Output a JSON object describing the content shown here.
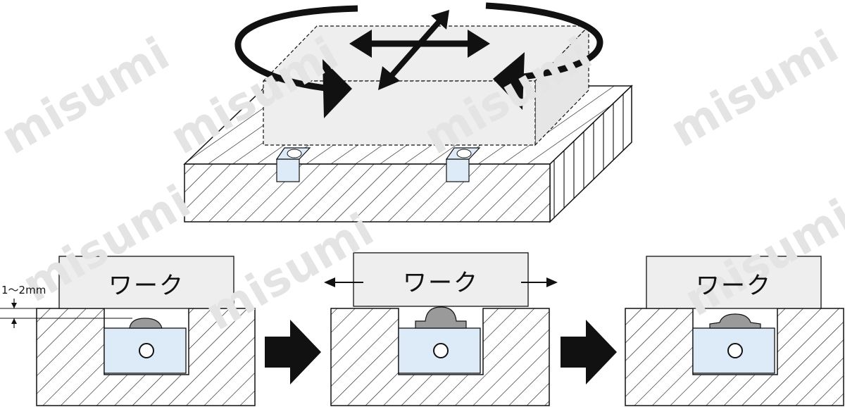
{
  "watermark": "misumi",
  "colors": {
    "line": "#111111",
    "work_fill": "#eeeeee",
    "unit_fill": "#dcebf7",
    "ball_fill": "#9a9a9a",
    "watermark": "#e4e4e4"
  },
  "top_illustration": {
    "motion_indicators": [
      "rotation-arrow",
      "horizontal-double-arrow",
      "diagonal-double-arrow",
      "left-arrow",
      "right-arrow"
    ]
  },
  "stages": [
    {
      "work_label": "ワーク",
      "state": "ball-retracted"
    },
    {
      "work_label": "ワーク",
      "state": "ball-raised-moving"
    },
    {
      "work_label": "ワーク",
      "state": "ball-retracted"
    }
  ],
  "gap_label": "1～2mm"
}
